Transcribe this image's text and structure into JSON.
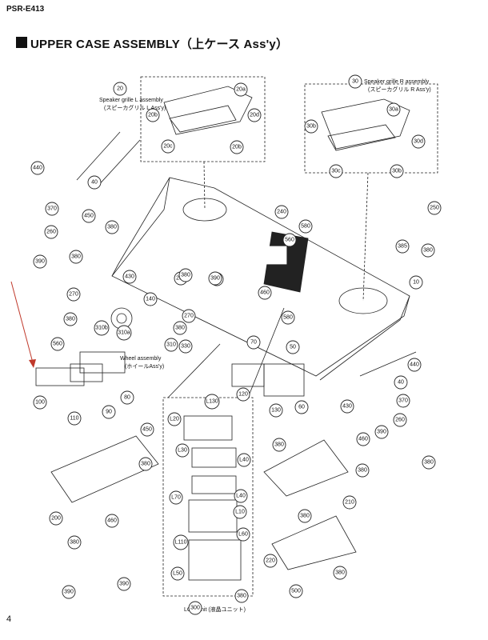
{
  "page_header": "PSR-E413",
  "section_title": "UPPER CASE ASSEMBLY（上ケース Ass'y）",
  "page_number": "4",
  "assembly_notes": {
    "speaker_l": "Speaker grille L assembly",
    "speaker_l_jp": "(スピーカグリル L Ass'y)",
    "speaker_r": "Speaker grille R assembly",
    "speaker_r_jp": "(スピーカグリル R Ass'y)",
    "wheel": "Wheel assembly",
    "wheel_jp": "(ホイールAss'y)",
    "lcd": "LCD Unit (液晶ユニット)"
  },
  "callouts": [
    {
      "label": "20"
    },
    {
      "label": "20a"
    },
    {
      "label": "20b"
    },
    {
      "label": "20d"
    },
    {
      "label": "20c"
    },
    {
      "label": "20b"
    },
    {
      "label": "30"
    },
    {
      "label": "30a"
    },
    {
      "label": "30b"
    },
    {
      "label": "30d"
    },
    {
      "label": "30c"
    },
    {
      "label": "30b"
    },
    {
      "label": "440"
    },
    {
      "label": "40"
    },
    {
      "label": "370"
    },
    {
      "label": "450"
    },
    {
      "label": "260"
    },
    {
      "label": "380"
    },
    {
      "label": "380"
    },
    {
      "label": "390"
    },
    {
      "label": "270"
    },
    {
      "label": "430"
    },
    {
      "label": "380"
    },
    {
      "label": "140"
    },
    {
      "label": "230"
    },
    {
      "label": "380"
    },
    {
      "label": "390"
    },
    {
      "label": "310b"
    },
    {
      "label": "310a"
    },
    {
      "label": "310"
    },
    {
      "label": "330"
    },
    {
      "label": "270"
    },
    {
      "label": "380"
    },
    {
      "label": "390"
    },
    {
      "label": "240"
    },
    {
      "label": "250"
    },
    {
      "label": "580"
    },
    {
      "label": "560"
    },
    {
      "label": "385"
    },
    {
      "label": "380"
    },
    {
      "label": "10"
    },
    {
      "label": "460"
    },
    {
      "label": "580"
    },
    {
      "label": "70"
    },
    {
      "label": "50"
    },
    {
      "label": "440"
    },
    {
      "label": "560"
    },
    {
      "label": "100"
    },
    {
      "label": "110"
    },
    {
      "label": "90"
    },
    {
      "label": "80"
    },
    {
      "label": "120"
    },
    {
      "label": "130"
    },
    {
      "label": "60"
    },
    {
      "label": "40"
    },
    {
      "label": "370"
    },
    {
      "label": "430"
    },
    {
      "label": "390"
    },
    {
      "label": "260"
    },
    {
      "label": "380"
    },
    {
      "label": "450"
    },
    {
      "label": "380"
    },
    {
      "label": "380"
    },
    {
      "label": "L130"
    },
    {
      "label": "L20"
    },
    {
      "label": "L30"
    },
    {
      "label": "L40"
    },
    {
      "label": "L40"
    },
    {
      "label": "L70"
    },
    {
      "label": "L10"
    },
    {
      "label": "L60"
    },
    {
      "label": "L110"
    },
    {
      "label": "L50"
    },
    {
      "label": "380"
    },
    {
      "label": "300"
    },
    {
      "label": "460"
    },
    {
      "label": "380"
    },
    {
      "label": "210"
    },
    {
      "label": "200"
    },
    {
      "label": "460"
    },
    {
      "label": "380"
    },
    {
      "label": "380"
    },
    {
      "label": "220"
    },
    {
      "label": "390"
    },
    {
      "label": "390"
    },
    {
      "label": "500"
    },
    {
      "label": "380"
    }
  ],
  "colors": {
    "ink": "#222222",
    "arrow": "#c0392b"
  }
}
